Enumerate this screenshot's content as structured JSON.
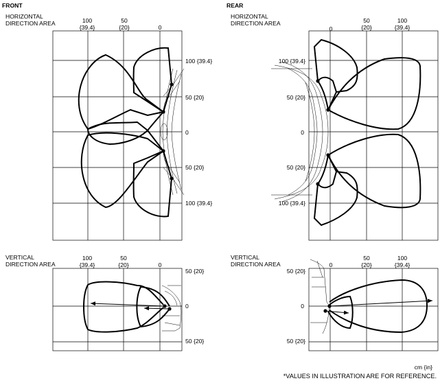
{
  "front": {
    "title": "FRONT",
    "horizontal": {
      "area_label_1": "HORIZONTAL",
      "area_label_2": "DIRECTION AREA",
      "top_ticks": [
        {
          "val": "100",
          "sub": "{39.4}"
        },
        {
          "val": "50",
          "sub": "{20}"
        },
        {
          "val": "0",
          "sub": ""
        }
      ],
      "side_ticks": [
        "100 {39.4}",
        "50 {20}",
        "0",
        "50 {20}",
        "100 {39.4}"
      ]
    },
    "vertical": {
      "area_label_1": "VERTICAL",
      "area_label_2": "DIRECTION AREA",
      "top_ticks": [
        {
          "val": "100",
          "sub": "{39.4}"
        },
        {
          "val": "50",
          "sub": "{20}"
        },
        {
          "val": "0",
          "sub": ""
        }
      ],
      "side_ticks": [
        "50 {20}",
        "0",
        "50 {20}"
      ]
    }
  },
  "rear": {
    "title": "REAR",
    "horizontal": {
      "area_label_1": "HORIZONTAL",
      "area_label_2": "DIRECTION AREA",
      "top_ticks": [
        {
          "val": "0",
          "sub": ""
        },
        {
          "val": "50",
          "sub": "{20}"
        },
        {
          "val": "100",
          "sub": "{39.4}"
        }
      ],
      "side_ticks": [
        "100 {39.4}",
        "50 {20}",
        "0",
        "50 {20}",
        "100 {39.4}"
      ]
    },
    "vertical": {
      "area_label_1": "VERTICAL",
      "area_label_2": "DIRECTION AREA",
      "top_ticks": [
        {
          "val": "0",
          "sub": ""
        },
        {
          "val": "50",
          "sub": "{20}"
        },
        {
          "val": "100",
          "sub": "{39.4}"
        }
      ],
      "side_ticks": [
        "50 {20}",
        "0",
        "50 {20}"
      ]
    }
  },
  "unit": "cm {in}",
  "footnote": "*VALUES IN ILLUSTRATION ARE FOR REFERENCE."
}
